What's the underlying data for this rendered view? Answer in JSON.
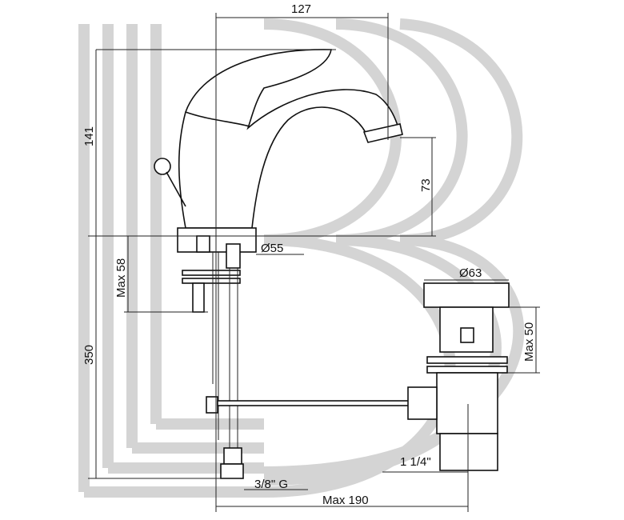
{
  "drawing": {
    "watermark_letters": "BB",
    "dimensions": {
      "spout_reach": "127",
      "body_height": "141",
      "spout_height": "73",
      "base_diameter": "Ø55",
      "max_deck_thickness": "Max 58",
      "hose_length": "350",
      "waste_diameter": "Ø63",
      "waste_height": "Max 50",
      "waste_thread": "1 1/4\"",
      "connection_thread": "3/8\" G",
      "max_pull_rod": "Max 190"
    }
  }
}
